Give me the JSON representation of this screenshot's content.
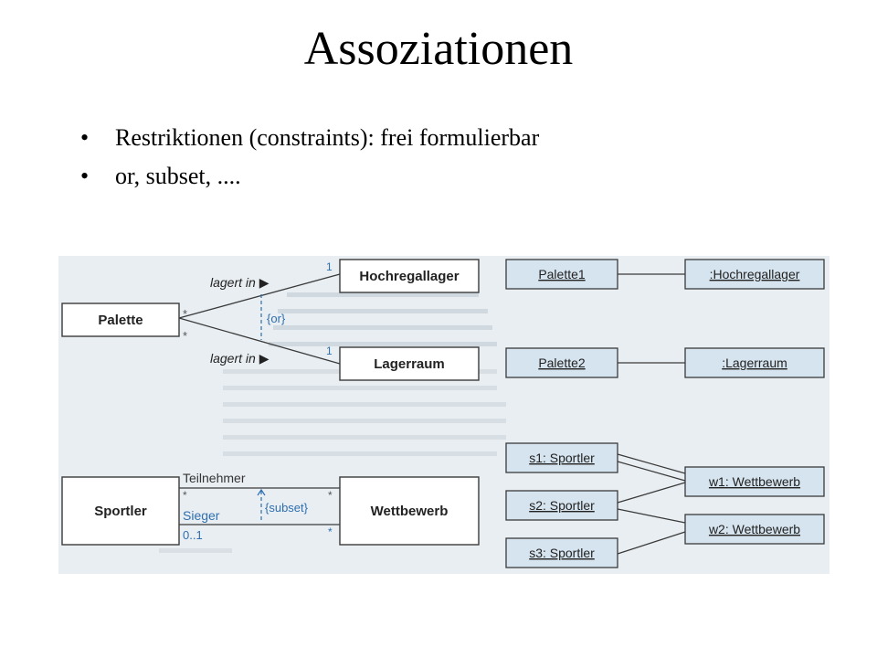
{
  "slide": {
    "title": "Assoziationen",
    "bullets": [
      {
        "marker": "•",
        "text": "Restriktionen (constraints):  frei formulierbar"
      },
      {
        "marker": "•",
        "text": "or, subset, ...."
      }
    ]
  },
  "colors": {
    "figure_bg": "#e9eef2",
    "class_fill": "#ffffff",
    "object_fill": "#d6e4ef",
    "line": "#3a3a3a",
    "constraint_blue": "#2f6fb0",
    "ghost_text": "#b4bfc9"
  },
  "diagram": {
    "classes": {
      "palette": "Palette",
      "hochregallager": "Hochregallager",
      "lagerraum": "Lagerraum",
      "sportler": "Sportler",
      "wettbewerb": "Wettbewerb"
    },
    "assoc_top": {
      "label1": "lagert in ▶",
      "label2": "lagert in ▶",
      "mult_one_1": "1",
      "mult_one_2": "1",
      "mult_many_1": "*",
      "mult_many_2": "*",
      "constraint": "{or}"
    },
    "assoc_bottom": {
      "role1": "Teilnehmer",
      "role2": "Sieger",
      "mult_left_1": "*",
      "mult_left_2": "0..1",
      "mult_right_1": "*",
      "mult_right_2": "*",
      "constraint": "{subset}"
    },
    "objects": {
      "palette1": "Palette1",
      "palette2": "Palette2",
      "hochregallager": ":Hochregallager",
      "lagerraum": ":Lagerraum",
      "s1": "s1: Sportler",
      "s2": "s2: Sportler",
      "s3": "s3: Sportler",
      "w1": "w1: Wettbewerb",
      "w2": "w2: Wettbewerb"
    }
  }
}
